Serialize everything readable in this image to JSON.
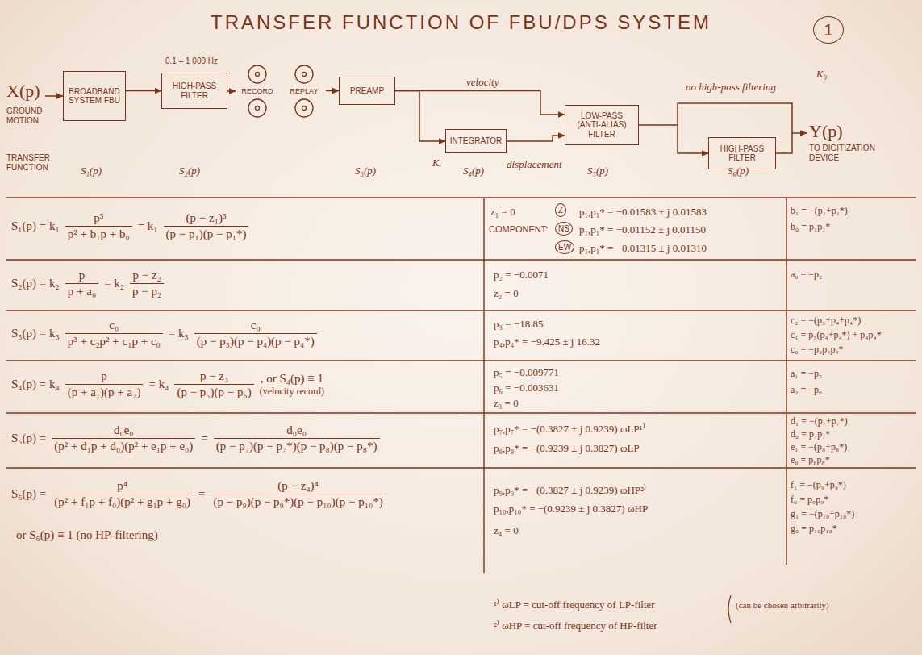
{
  "diagram": {
    "title": "TRANSFER FUNCTION OF FBU/DPS SYSTEM",
    "nodes": [
      {
        "text": [
          "1"
        ]
      },
      {
        "text": [
          "BROADBAND SYSTEM FBU"
        ]
      },
      {
        "text": [
          "HIGH-PASS FILTER"
        ]
      },
      {
        "text": [
          "RECORD"
        ]
      },
      {
        "text": [
          "REPLAY"
        ]
      },
      {
        "text": [
          "PREAMP"
        ]
      },
      {
        "text": [
          "INTEGRATOR"
        ]
      },
      {
        "text": [
          "LOW-PASS (ANTI-ALIAS) FILTER"
        ]
      },
      {
        "text": [
          "HIGH-PASS FILTER"
        ]
      }
    ],
    "edges": [
      {
        "from": 1,
        "to": 2,
        "arrow": "to"
      },
      {
        "from": 2,
        "to": 3,
        "arrow": "to"
      },
      {
        "from": 4,
        "to": 5,
        "arrow": "to"
      },
      {
        "from": 5,
        "to": 7,
        "arrow": "to"
      },
      {
        "from": 5,
        "to": 6,
        "arrow": "to"
      },
      {
        "from": 6,
        "to": 7,
        "arrow": "to"
      },
      {
        "from": 7,
        "to": 8,
        "arrow": "to"
      }
    ],
    "labels": [
      "X(p)",
      "GROUND MOTION",
      "TRANSFER FUNCTION",
      "0.1 – 1 000 Hz",
      "velocity",
      "K₀",
      "no high-pass filtering",
      "Y(p)",
      "TO DIGITIZATION DEVICE",
      "Kᵢ",
      "displacement",
      "S₁(p)",
      "S₂(p)",
      "S₃(p)",
      "S₄(p)",
      "S₅(p)",
      "S₆(p)",
      "S₁(p) = k₁",
      "p³",
      "p² + b₁p + b₀",
      "= k₁",
      "(p − z₁)³",
      "(p − p₁)(p − p₁*)",
      "z₁ = 0",
      "Z",
      "p₁,p₁* = −0.01583 ± j 0.01583",
      "COMPONENT:",
      "NS",
      "p₁,p₁* = −0.01152 ± j 0.01150",
      "EW",
      "p₁,p₁* = −0.01315 ± j 0.01310",
      "b₁ = −(p₁+p₁*)",
      "b₀ = p₁p₁*",
      "S₂(p) = k₂",
      "p",
      "p + a₀",
      "= k₂",
      "p − z₂",
      "p − p₂",
      "p₂ = −0.0071",
      "z₂ = 0",
      "a₀ = −p₂",
      "S₃(p) = k₃",
      "c₀",
      "p³ + c₂p² + c₁p + c₀",
      "= k₃",
      "c₀",
      "(p − p₃)(p − p₄)(p − p₄*)",
      "p₃ = −18.85",
      "p₄,p₄* = −9.425 ± j 16.32",
      "c₂ = −(p₃+p₄+p₄*)",
      "c₁ = p₃(p₄+p₄*) + p₄p₄*",
      "c₀ = −p₃p₄p₄*",
      "S₄(p) = k₄",
      "p",
      "(p + a₁)(p + a₂)",
      "= k₄",
      "p − z₃",
      "(p − p₅)(p − p₆)",
      ", or S₄(p) ≡ 1",
      "(velocity record)",
      "p₅ = −0.009771",
      "p₆ = −0.003631",
      "z₃ = 0",
      "a₁ = −p₅",
      "a₂ = −p₆",
      "S₅(p) =",
      "d₀e₀",
      "(p² + d₁p + d₀)(p² + e₁p + e₀)",
      "=",
      "d₀e₀",
      "(p − p₇)(p − p₇*)(p − p₈)(p − p₈*)",
      "p₇,p₇* = −(0.3827 ± j 0.9239) ωLP¹⁾",
      "p₈,p₈* = −(0.9239 ± j 0.3827) ωLP",
      "d₁ = −(p₇+p₇*)",
      "d₀ = p₇p₇*",
      "e₁ = −(p₈+p₈*)",
      "e₀ = p₈p₈*",
      "S₆(p) =",
      "p⁴",
      "(p² + f₁p + f₀)(p² + g₁p + g₀)",
      "=",
      "(p − z₄)⁴",
      "(p − p₉)(p − p₉*)(p − p₁₀)(p − p₁₀*)",
      "or S₆(p) ≡ 1 (no HP-filtering)",
      "p₉,p₉* = −(0.3827 ± j 0.9239) ωHP²⁾",
      "p₁₀,p₁₀* = −(0.9239 ± j 0.3827) ωHP",
      "z₄ = 0",
      "f₁ = −(p₉+p₉*)",
      "f₀ = p₉p₉*",
      "g₁ = −(p₁₀+p₁₀*)",
      "g₀ = p₁₀p₁₀*",
      "¹⁾ ωLP = cut-off frequency of LP-filter",
      "²⁾ ωHP = cut-off frequency of HP-filter",
      "(can be chosen arbitrarily)"
    ]
  }
}
